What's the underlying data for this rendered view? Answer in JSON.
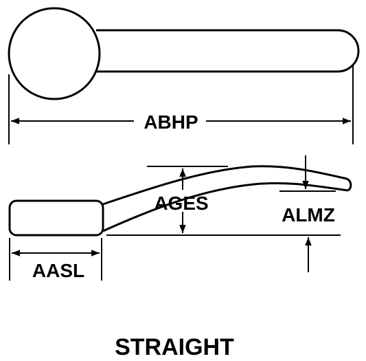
{
  "labels": {
    "overall_length": "ABHP",
    "offset": "AGES",
    "tip_gap": "ALMZ",
    "grip_length": "AASL"
  },
  "caption": "STRAIGHT",
  "colors": {
    "line": "#000000",
    "background": "#ffffff"
  }
}
